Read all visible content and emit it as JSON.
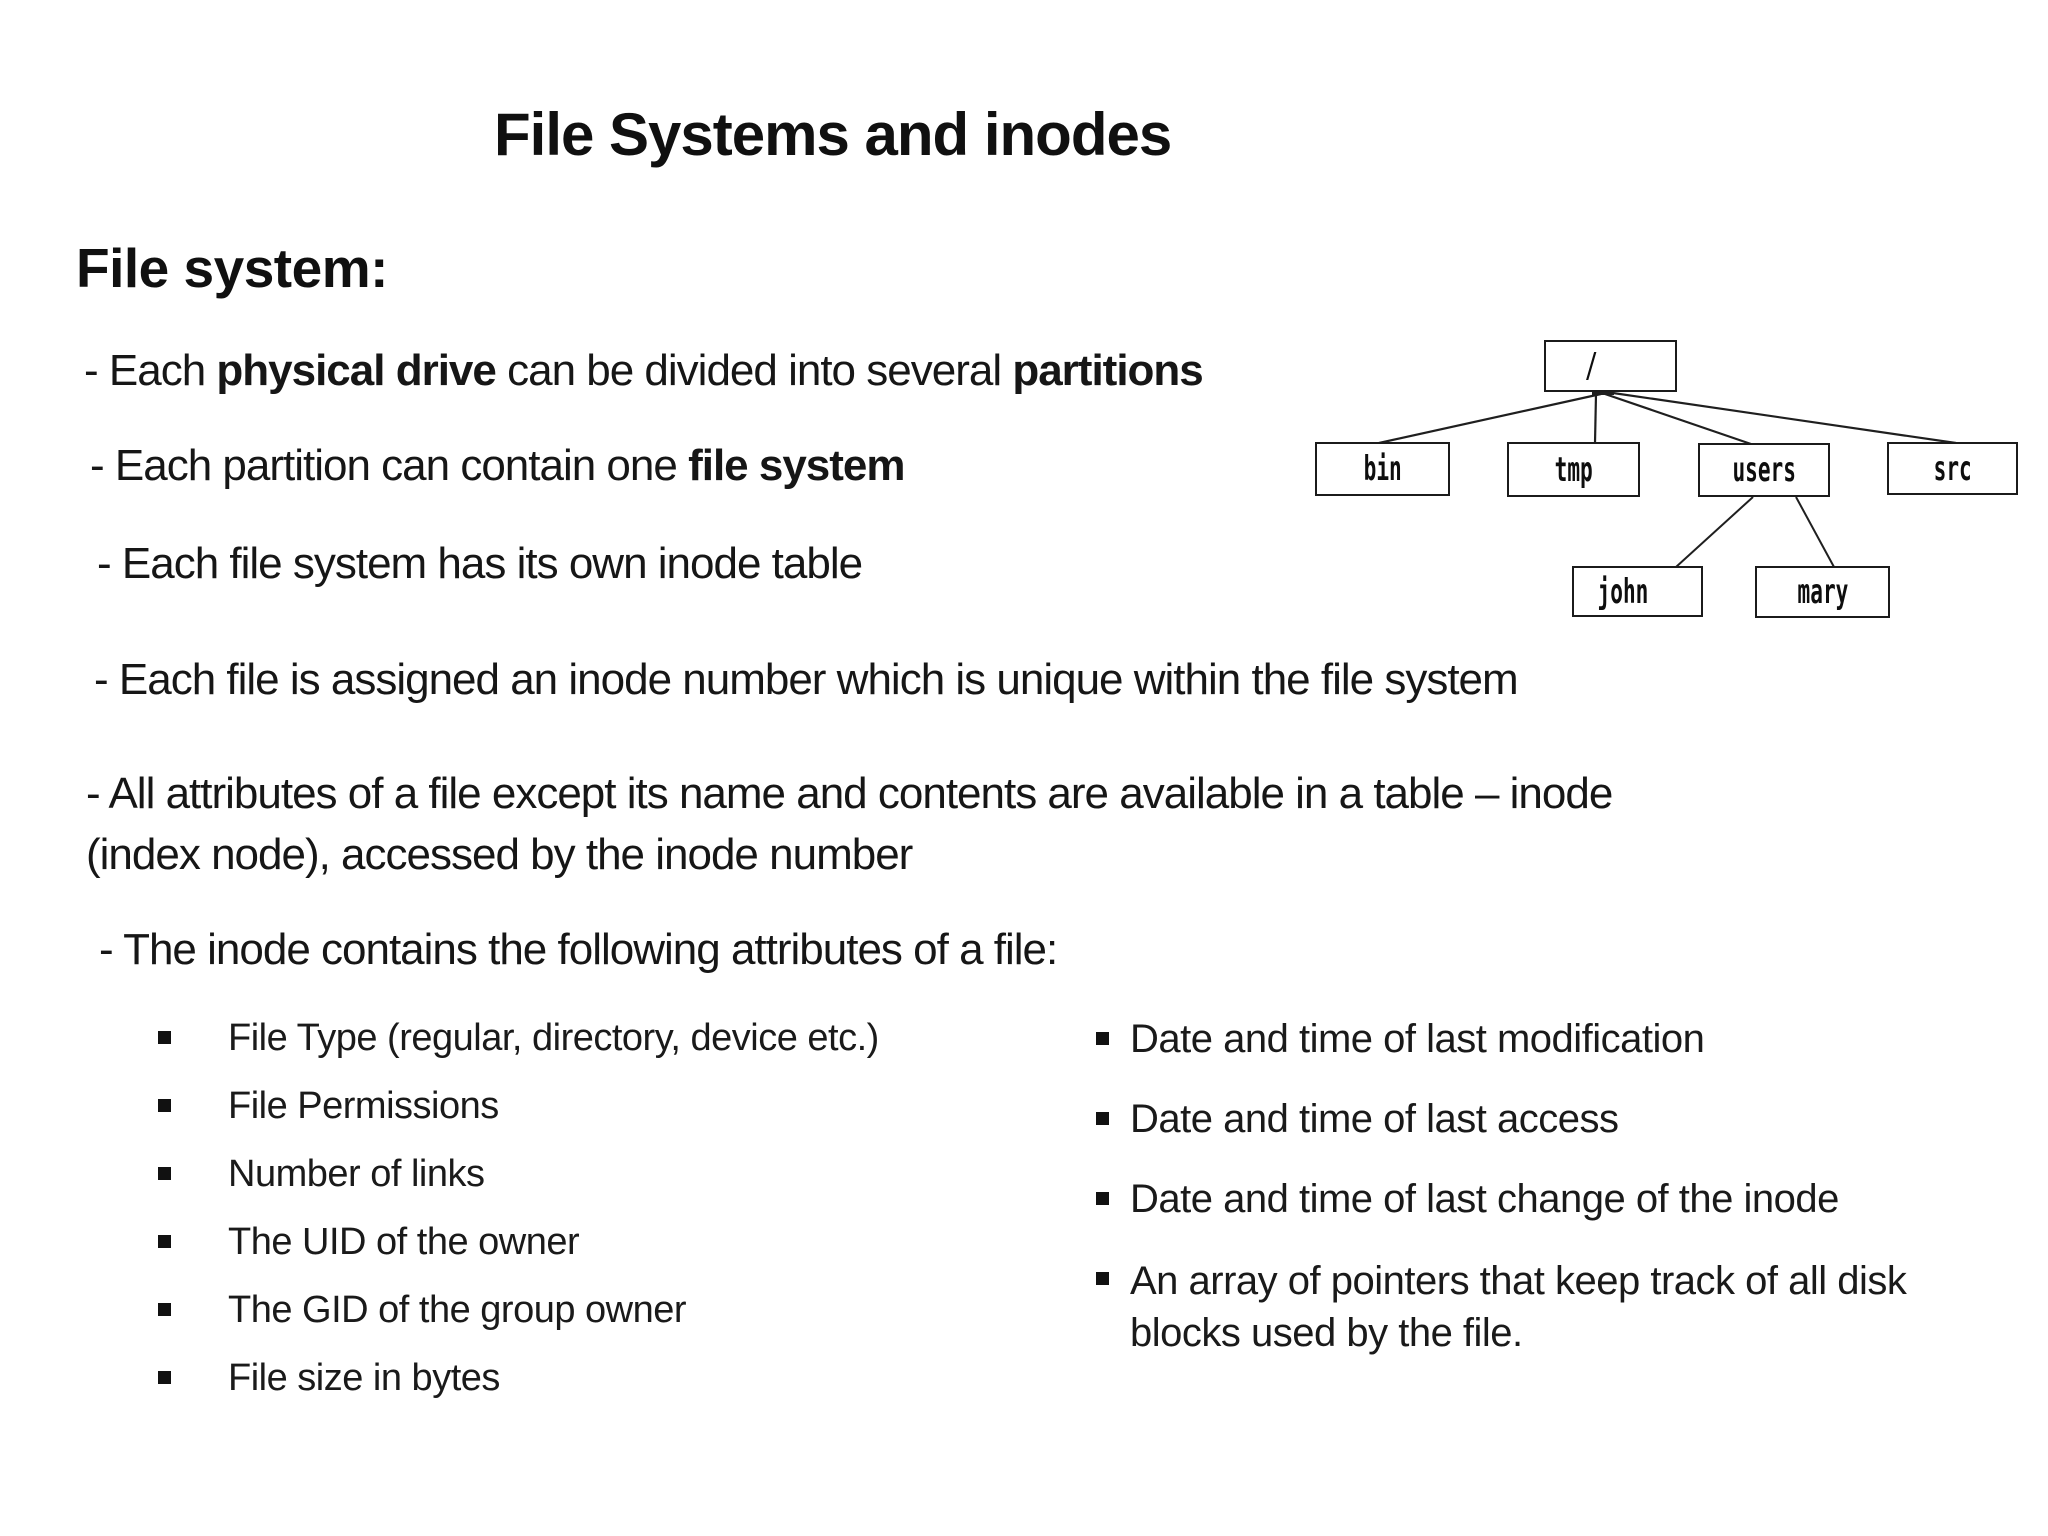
{
  "slide": {
    "title": "File Systems and inodes",
    "heading": "File system:",
    "points": {
      "p1": {
        "t1": "- Each ",
        "b1": "physical drive",
        "t2": " can be divided into several ",
        "b2": "partitions"
      },
      "p2": {
        "t1": "- Each partition can contain one ",
        "b1": "file system"
      },
      "p3": {
        "text": "- Each file system has its own inode table"
      },
      "p4": {
        "text": "- Each file is assigned an inode number which is unique within the file system"
      },
      "p5": {
        "text": "- All attributes of a file except its name and contents are available in a table – inode\n(index node), accessed by the inode number"
      },
      "p6": {
        "text": "- The inode contains the following attributes of a file:"
      }
    },
    "left_list": [
      "File Type (regular, directory, device etc.)",
      "File Permissions",
      "Number of links",
      "The UID of the owner",
      "The GID of the group owner",
      "File size in bytes"
    ],
    "right_list": [
      "Date and time of last modification",
      "Date and time of last access",
      "Date and time of last change of the inode",
      "An array of pointers that keep track of all disk\nblocks used by the file."
    ],
    "tree": {
      "root": "/",
      "level1": [
        "bin",
        "tmp",
        "users",
        "src"
      ],
      "level2": [
        "john",
        "mary"
      ]
    },
    "colors": {
      "background": "#ffffff",
      "text": "#161616",
      "box_border": "#1b1b1b"
    }
  }
}
